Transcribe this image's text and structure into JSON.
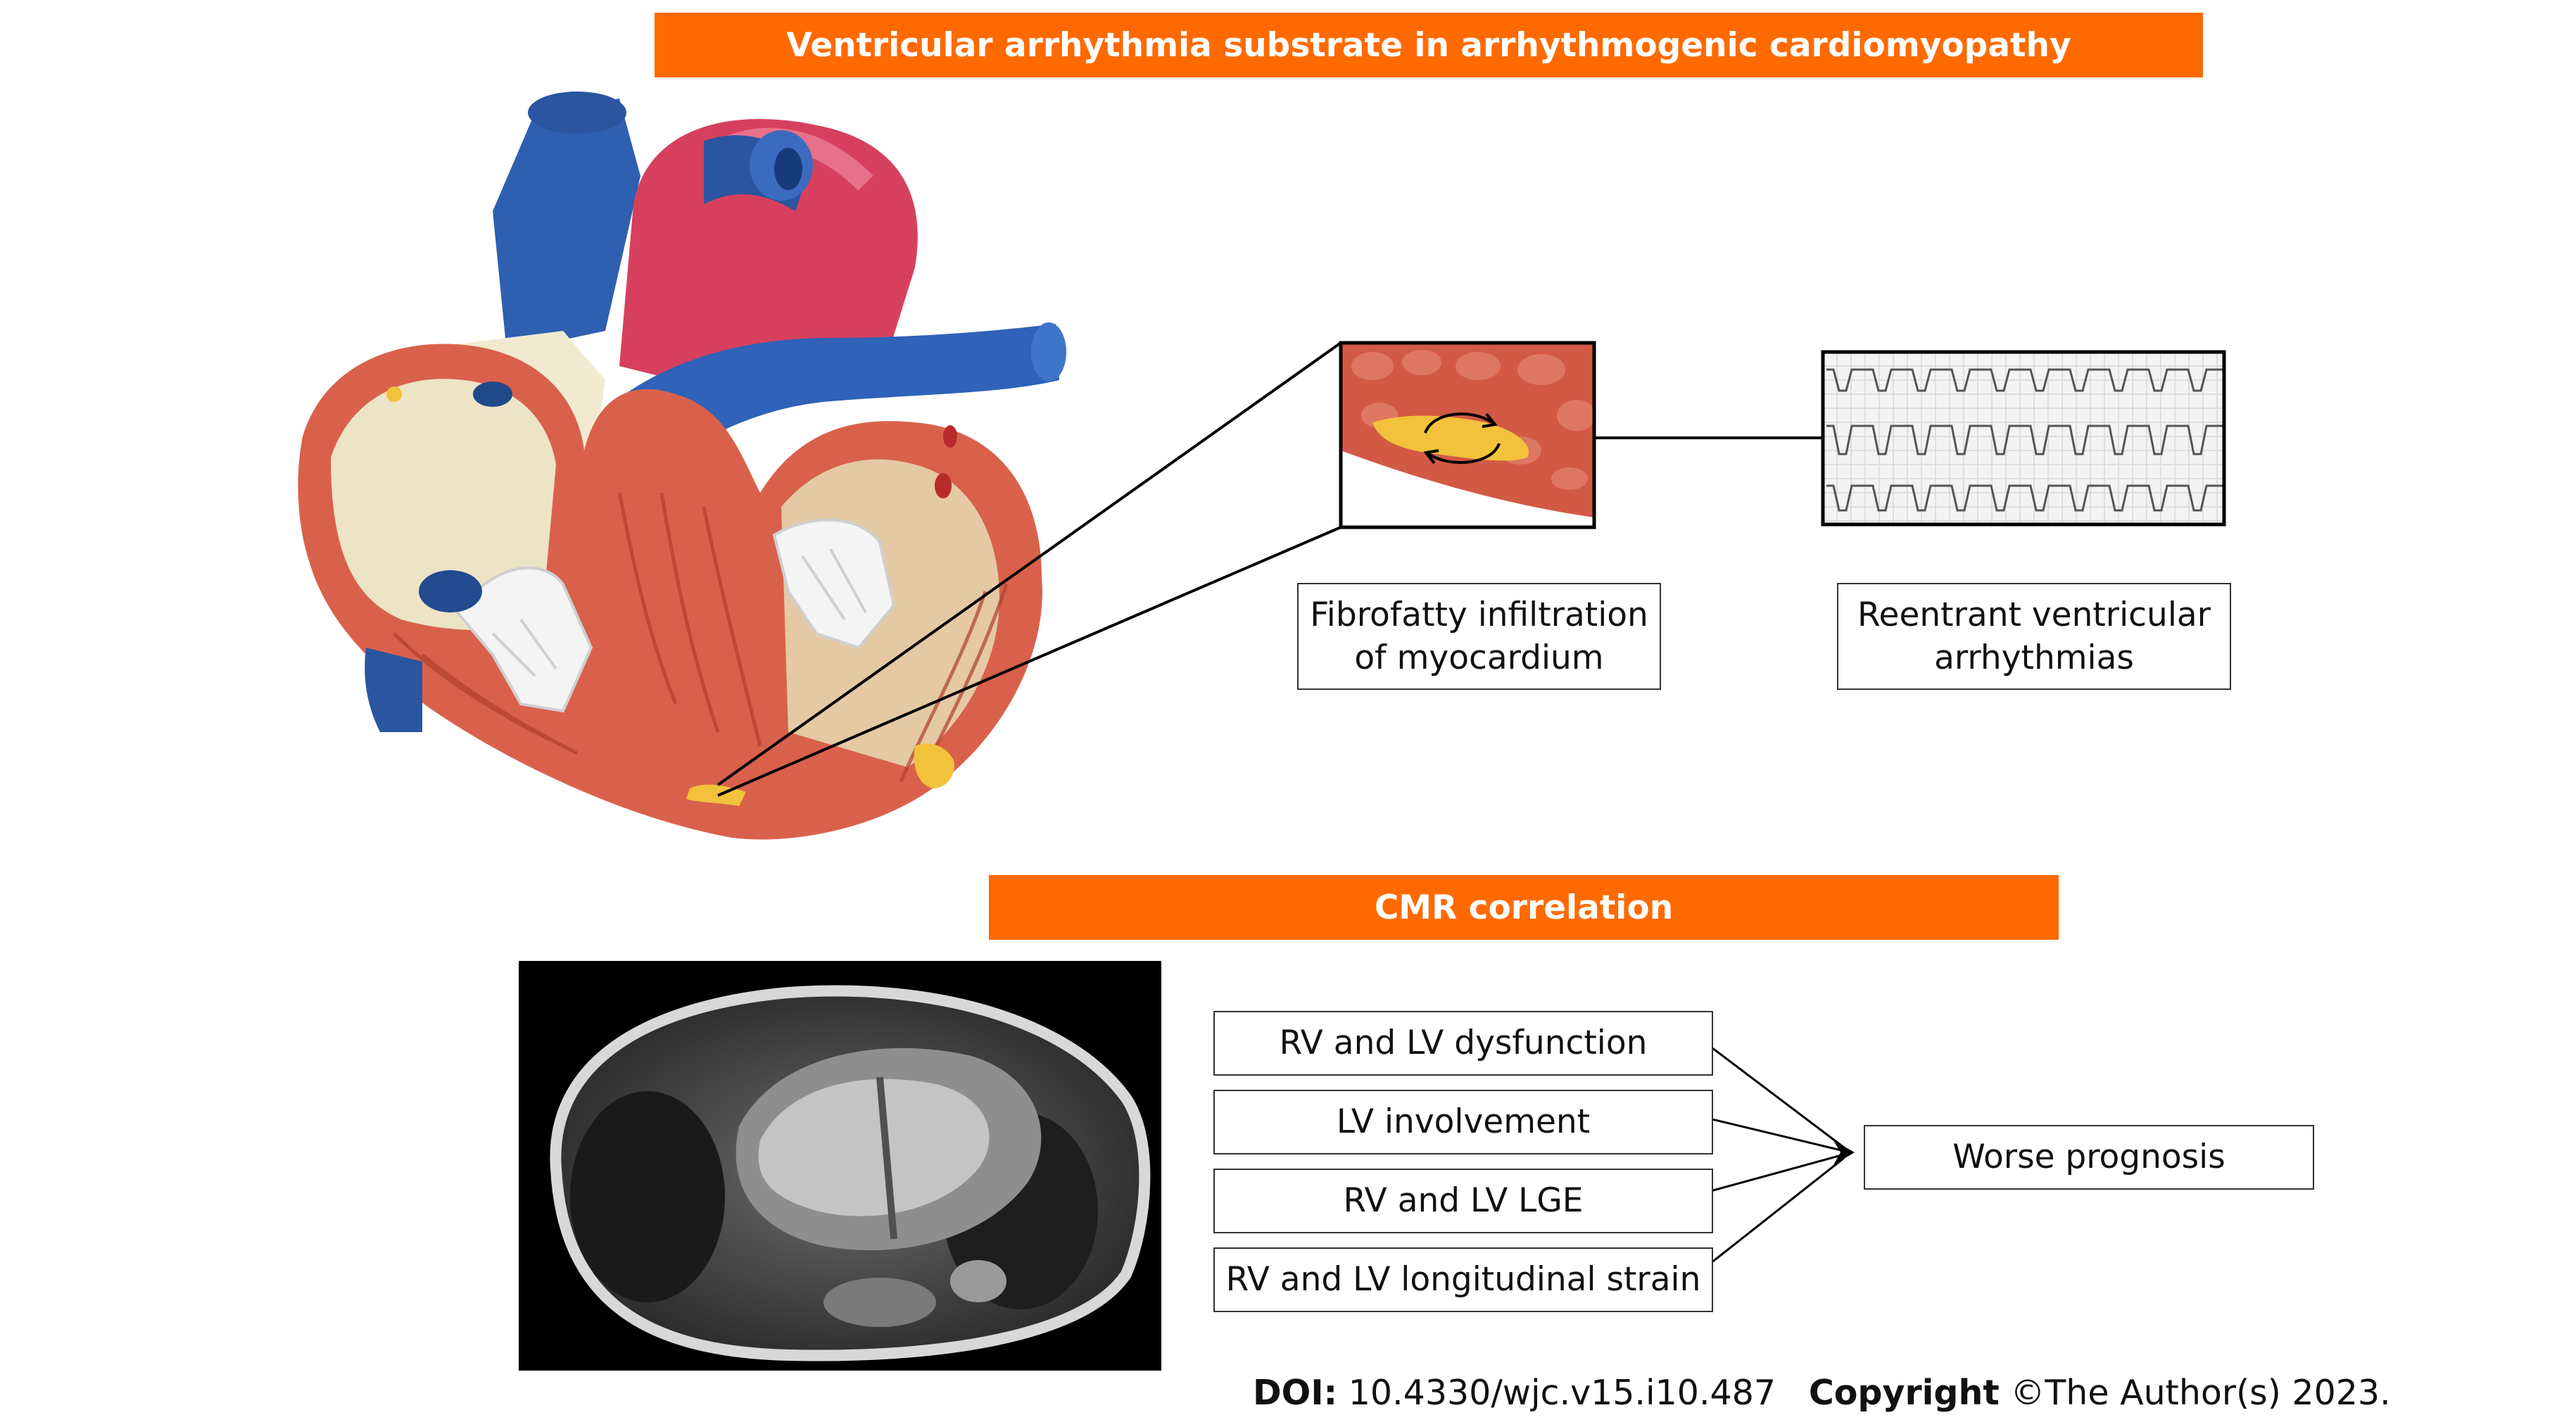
{
  "header": {
    "title": "Ventricular arrhythmia substrate in arrhythmogenic cardiomyopathy"
  },
  "top_section": {
    "fibrofatty_label": "Fibrofatty infiltration of myocardium",
    "reentrant_label": "Reentrant ventricular arrhythmias"
  },
  "cmr_section": {
    "title": "CMR correlation",
    "findings": [
      "RV and LV dysfunction",
      "LV involvement",
      "RV and LV LGE",
      "RV and LV longitudinal strain"
    ],
    "outcome": "Worse prognosis"
  },
  "footer": {
    "doi_label": "DOI:",
    "doi_value": "10.4330/wjc.v15.i10.487",
    "copyright_label": "Copyright",
    "copyright_value": "©The Author(s) 2023."
  },
  "colors": {
    "banner": "#ff6a00",
    "myocardium": "#d9614b",
    "vessel_blue": "#2458a8",
    "aorta_red": "#d6405e",
    "fat_yellow": "#f2c23a"
  }
}
